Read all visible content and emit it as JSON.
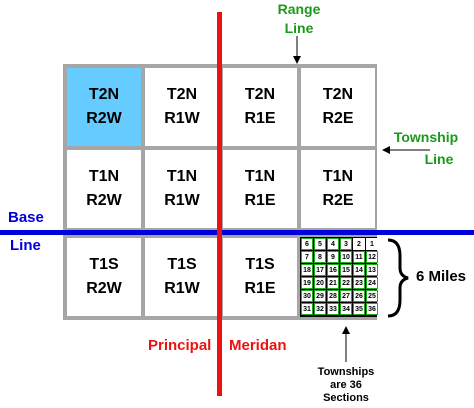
{
  "colors": {
    "highlight": "#66ccff",
    "base_line": "#0000dd",
    "meridian": "#ee1111",
    "green_label": "#1a9a1a",
    "section_border": "#22aa22"
  },
  "labels": {
    "range_line": [
      "Range",
      "Line"
    ],
    "township_line": [
      "Township",
      "Line"
    ],
    "base_line": [
      "Base",
      "Line"
    ],
    "principal": "Principal",
    "meridian": "Meridan",
    "six_miles": "6 Miles",
    "townships_note": [
      "Townships",
      "are  36",
      "Sections"
    ]
  },
  "cells": [
    {
      "township": "T2N",
      "range": "R2W",
      "highlight": true
    },
    {
      "township": "T2N",
      "range": "R1W",
      "highlight": false
    },
    {
      "township": "T2N",
      "range": "R1E",
      "highlight": false
    },
    {
      "township": "T2N",
      "range": "R2E",
      "highlight": false
    },
    {
      "township": "T1N",
      "range": "R2W",
      "highlight": false
    },
    {
      "township": "T1N",
      "range": "R1W",
      "highlight": false
    },
    {
      "township": "T1N",
      "range": "R1E",
      "highlight": false
    },
    {
      "township": "T1N",
      "range": "R2E",
      "highlight": false
    },
    {
      "township": "T1S",
      "range": "R2W",
      "highlight": false
    },
    {
      "township": "T1S",
      "range": "R1W",
      "highlight": false
    },
    {
      "township": "T1S",
      "range": "R1E",
      "highlight": false
    }
  ],
  "sections": [
    [
      "6",
      "5",
      "4",
      "3",
      "2",
      "1"
    ],
    [
      "7",
      "8",
      "9",
      "10",
      "11",
      "12"
    ],
    [
      "18",
      "17",
      "16",
      "15",
      "14",
      "13"
    ],
    [
      "19",
      "20",
      "21",
      "22",
      "23",
      "24"
    ],
    [
      "30",
      "29",
      "28",
      "27",
      "26",
      "25"
    ],
    [
      "31",
      "32",
      "33",
      "34",
      "35",
      "36"
    ]
  ]
}
